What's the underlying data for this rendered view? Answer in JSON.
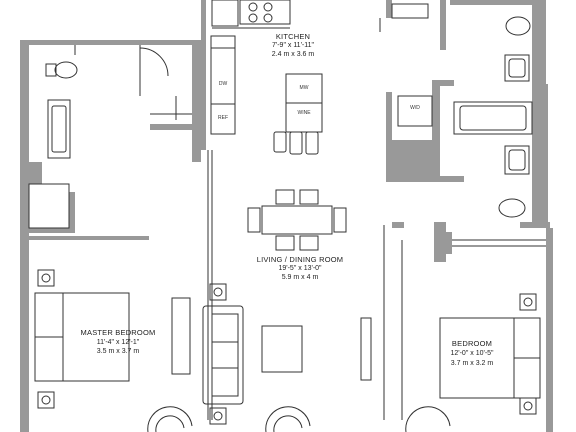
{
  "rooms": {
    "kitchen": {
      "name": "KITCHEN",
      "dim_imperial": "7'-9\" x 11'-11\"",
      "dim_metric": "2.4 m x 3.6 m"
    },
    "living": {
      "name": "LIVING / DINING ROOM",
      "dim_imperial": "19'-5\" x 13'-0\"",
      "dim_metric": "5.9 m x 4 m"
    },
    "master": {
      "name": "MASTER BEDROOM",
      "dim_imperial": "11'-4\" x 12'-1\"",
      "dim_metric": "3.5 m x 3.7 m"
    },
    "bedroom": {
      "name": "BEDROOM",
      "dim_imperial": "12'-0\" x 10'-5\"",
      "dim_metric": "3.7 m x 3.2 m"
    }
  },
  "fixtures": {
    "dishwasher": "DW",
    "refrigerator": "REF",
    "microwave": "MW",
    "wine": "WINE",
    "washer_dryer": "W/D"
  },
  "colors": {
    "wall": "#999999",
    "line": "#333333",
    "background": "#ffffff"
  }
}
